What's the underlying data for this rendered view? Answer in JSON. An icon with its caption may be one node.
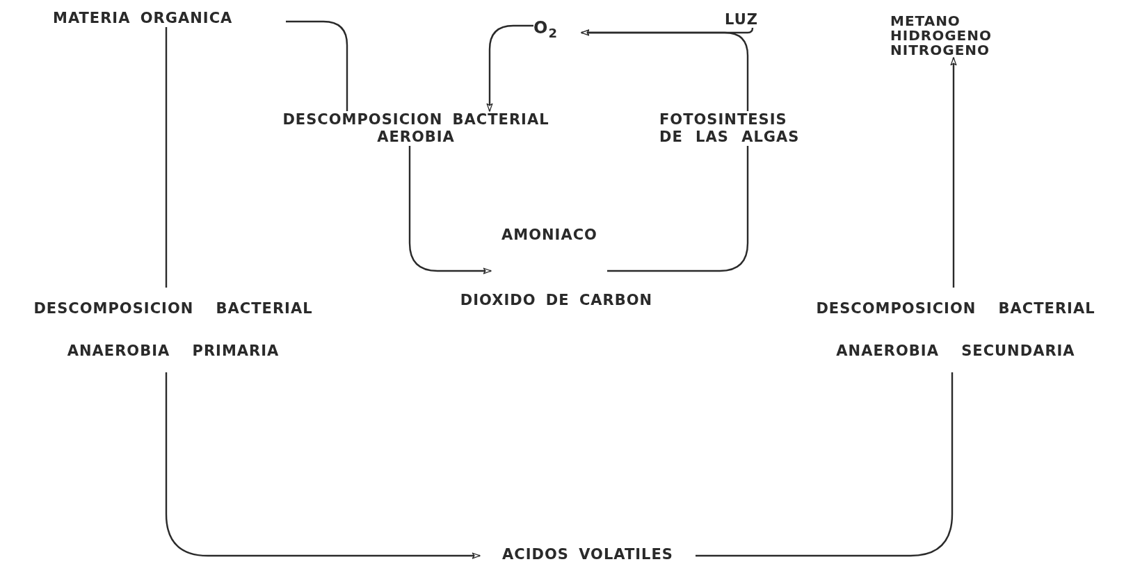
{
  "diagram": {
    "nodes": [
      {
        "text": [
          "MATERIA ORGANICA"
        ]
      },
      {
        "text": [
          "O$_{2}$"
        ]
      },
      {
        "text": [
          "LUZ"
        ]
      },
      {
        "text": [
          "METANO HIDROGENO NITROGENO"
        ]
      },
      {
        "text": [
          "DESCOMPOSICION BACTERIAL AEROBIA"
        ]
      },
      {
        "text": [
          "FOTOSINTESIS DE LAS ALGAS"
        ]
      },
      {
        "text": [
          "AMONIACO"
        ]
      },
      {
        "text": [
          "DESCOMPOSICION BACTERIAL ANAEROBIA PRIMARIA"
        ]
      },
      {
        "text": [
          "DIOXIDO DE CARBON"
        ]
      },
      {
        "text": [
          "DESCOMPOSICION BACTERIAL ANAEROBIA SECUNDARIA"
        ]
      },
      {
        "text": [
          "ACIDOS VOLATILES"
        ]
      }
    ],
    "edges": [
      {
        "from": 0,
        "to": 4,
        "arrow": "none"
      },
      {
        "from": 0,
        "to": 7,
        "arrow": "none"
      },
      {
        "from": 1,
        "to": 4,
        "arrow": "to"
      },
      {
        "from": 5,
        "to": 1,
        "arrow": "to"
      },
      {
        "from": 2,
        "to": 1,
        "arrow": "to"
      },
      {
        "from": 4,
        "to": 8,
        "arrow": "to"
      },
      {
        "from": 8,
        "to": 5,
        "arrow": "none"
      },
      {
        "from": 7,
        "to": 10,
        "arrow": "to"
      },
      {
        "from": 10,
        "to": 9,
        "arrow": "none"
      },
      {
        "from": 9,
        "to": 3,
        "arrow": "to"
      }
    ]
  }
}
